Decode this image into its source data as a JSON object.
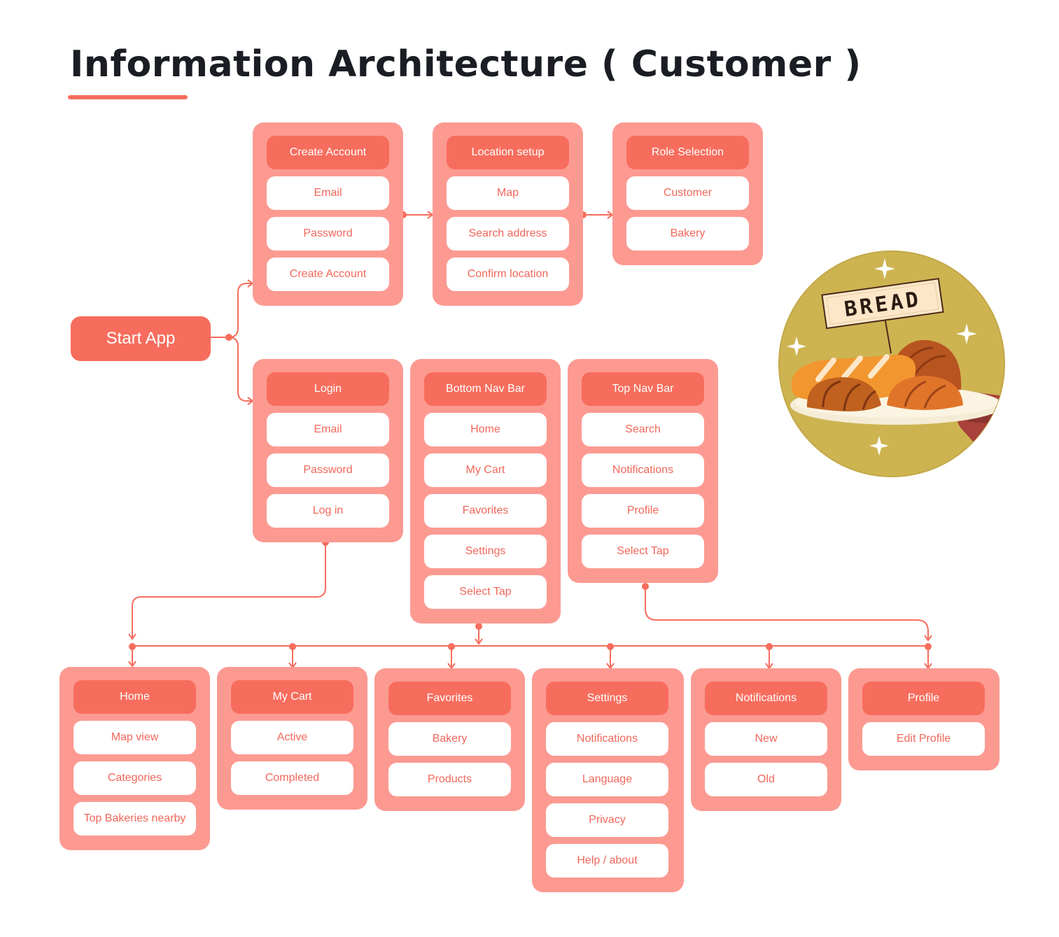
{
  "title": "Information Architecture ( Customer )",
  "start": "Start App",
  "colors": {
    "accent": "#f76d5d",
    "group_bg": "#fc9a92",
    "item_text": "#f0675a",
    "title_text": "#1b1d24"
  },
  "groups": {
    "create_account": {
      "head": "Create Account",
      "items": [
        "Email",
        "Password",
        "Create Account"
      ]
    },
    "location_setup": {
      "head": "Location setup",
      "items": [
        "Map",
        "Search address",
        "Confirm location"
      ]
    },
    "role_selection": {
      "head": "Role Selection",
      "items": [
        "Customer",
        "Bakery"
      ]
    },
    "login": {
      "head": "Login",
      "items": [
        "Email",
        "Password",
        "Log in"
      ]
    },
    "bottom_nav": {
      "head": "Bottom Nav Bar",
      "items": [
        "Home",
        "My Cart",
        "Favorites",
        "Settings",
        "Select Tap"
      ]
    },
    "top_nav": {
      "head": "Top Nav Bar",
      "items": [
        "Search",
        "Notifications",
        "Profile",
        "Select Tap"
      ]
    },
    "home": {
      "head": "Home",
      "items": [
        "Map view",
        "Categories",
        "Top Bakeries nearby"
      ]
    },
    "my_cart": {
      "head": "My Cart",
      "items": [
        "Active",
        "Completed"
      ]
    },
    "favorites": {
      "head": "Favorites",
      "items": [
        "Bakery",
        "Products"
      ]
    },
    "settings": {
      "head": "Settings",
      "items": [
        "Notifications",
        "Language",
        "Privacy",
        "Help / about"
      ]
    },
    "notifications": {
      "head": "Notifications",
      "items": [
        "New",
        "Old"
      ]
    },
    "profile": {
      "head": "Profile",
      "items": [
        "Edit Profile"
      ]
    }
  },
  "illustration": {
    "sign": "BREAD"
  }
}
